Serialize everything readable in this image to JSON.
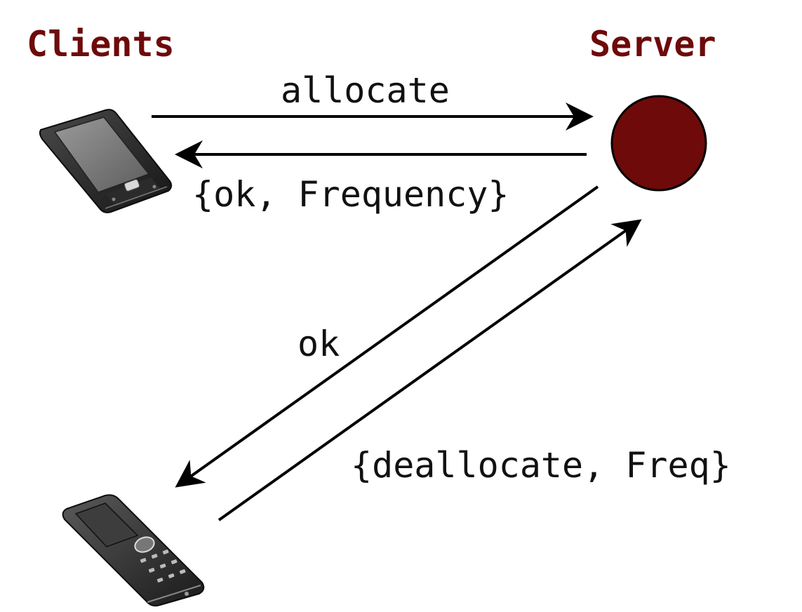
{
  "labels": {
    "clients": "Clients",
    "server": "Server"
  },
  "messages": {
    "allocate": "allocate",
    "ok_frequency": "{ok, Frequency}",
    "ok": "ok",
    "deallocate": "{deallocate, Freq}"
  },
  "icons": {
    "client_top": "pda-phone-icon",
    "client_bottom": "mobile-phone-icon",
    "server": "server-node-icon"
  },
  "colors": {
    "heading": "#6e0a0a",
    "server_fill": "#6e0a0a",
    "arrow": "#000000"
  }
}
